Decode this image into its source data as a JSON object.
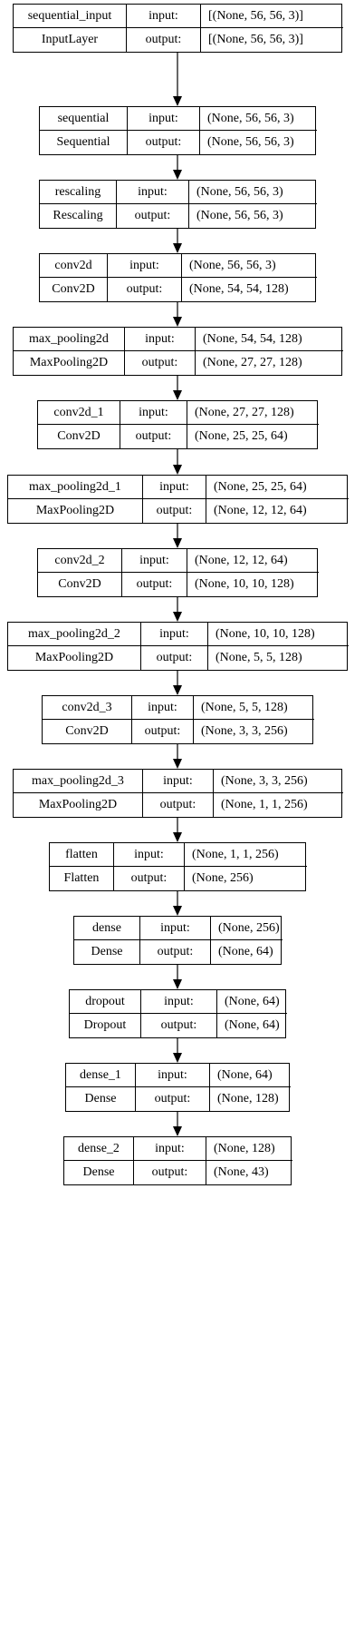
{
  "labels": {
    "input": "input:",
    "output": "output:"
  },
  "layers": [
    {
      "name": "sequential_input",
      "type": "InputLayer",
      "input_shape": "[(None, 56, 56, 3)]",
      "output_shape": "[(None, 56, 56, 3)]"
    },
    {
      "name": "sequential",
      "type": "Sequential",
      "input_shape": "(None, 56, 56, 3)",
      "output_shape": "(None, 56, 56, 3)"
    },
    {
      "name": "rescaling",
      "type": "Rescaling",
      "input_shape": "(None, 56, 56, 3)",
      "output_shape": "(None, 56, 56, 3)"
    },
    {
      "name": "conv2d",
      "type": "Conv2D",
      "input_shape": "(None, 56, 56, 3)",
      "output_shape": "(None, 54, 54, 128)"
    },
    {
      "name": "max_pooling2d",
      "type": "MaxPooling2D",
      "input_shape": "(None, 54, 54, 128)",
      "output_shape": "(None, 27, 27, 128)"
    },
    {
      "name": "conv2d_1",
      "type": "Conv2D",
      "input_shape": "(None, 27, 27, 128)",
      "output_shape": "(None, 25, 25, 64)"
    },
    {
      "name": "max_pooling2d_1",
      "type": "MaxPooling2D",
      "input_shape": "(None, 25, 25, 64)",
      "output_shape": "(None, 12, 12, 64)"
    },
    {
      "name": "conv2d_2",
      "type": "Conv2D",
      "input_shape": "(None, 12, 12, 64)",
      "output_shape": "(None, 10, 10, 128)"
    },
    {
      "name": "max_pooling2d_2",
      "type": "MaxPooling2D",
      "input_shape": "(None, 10, 10, 128)",
      "output_shape": "(None, 5, 5, 128)"
    },
    {
      "name": "conv2d_3",
      "type": "Conv2D",
      "input_shape": "(None, 5, 5, 128)",
      "output_shape": "(None, 3, 3, 256)"
    },
    {
      "name": "max_pooling2d_3",
      "type": "MaxPooling2D",
      "input_shape": "(None, 3, 3, 256)",
      "output_shape": "(None, 1, 1, 256)"
    },
    {
      "name": "flatten",
      "type": "Flatten",
      "input_shape": "(None, 1, 1, 256)",
      "output_shape": "(None, 256)"
    },
    {
      "name": "dense",
      "type": "Dense",
      "input_shape": "(None, 256)",
      "output_shape": "(None, 64)"
    },
    {
      "name": "dropout",
      "type": "Dropout",
      "input_shape": "(None, 64)",
      "output_shape": "(None, 64)"
    },
    {
      "name": "dense_1",
      "type": "Dense",
      "input_shape": "(None, 64)",
      "output_shape": "(None, 128)"
    },
    {
      "name": "dense_2",
      "type": "Dense",
      "input_shape": "(None, 128)",
      "output_shape": "(None, 43)"
    }
  ]
}
